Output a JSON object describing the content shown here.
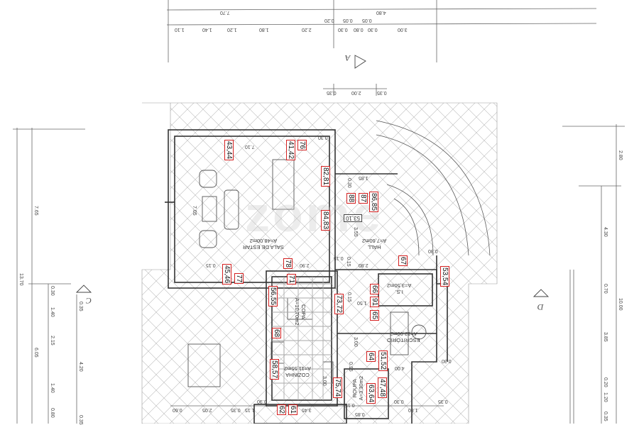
{
  "drawing": {
    "watermark": "zome",
    "top_dimensions": {
      "overall": [
        "7.70",
        "4.80"
      ],
      "segments": [
        "1.10",
        "1.40",
        "1.20",
        "1.80",
        "2.20",
        "0.20",
        "0.30",
        "0.05",
        "0.80",
        "0.05",
        "0.30",
        "3.00"
      ],
      "stair": [
        "0.35",
        "2.00",
        "0.35"
      ]
    },
    "left_dimensions": [
      "13.70",
      "7.65",
      "6.05",
      "0.30",
      "1.40",
      "2.15",
      "1.40",
      "0.80",
      "0.35",
      "4.20",
      "0.35"
    ],
    "right_dimensions": [
      "2.80",
      "4.30",
      "10.00",
      "0.70",
      "3.85",
      "0.20",
      "1.20",
      "0.35"
    ],
    "bottom_dimensions": [
      "0.60",
      "2.05",
      "0.35",
      "1.15",
      "0.30",
      "3.45",
      "0.15",
      "0.85",
      "0.30",
      "1.80",
      "0.35"
    ],
    "inner_dimensions": [
      "7.10",
      "7.05",
      "0.30",
      "1.85",
      "0.30",
      "3.55",
      "0.15",
      "2.90",
      "0.15",
      "0.15",
      "2.80",
      "1.50",
      "3.00",
      "4.00",
      "0.30",
      "0.15",
      "3.00",
      "0.30",
      "0.15"
    ],
    "section_markers": [
      "A",
      "C",
      "D"
    ],
    "level_box": "53,10",
    "rooms": [
      {
        "name": "SALA DE ESTAR",
        "area": "A=48,00m2"
      },
      {
        "name": "HALL",
        "area": "A=7,60m2"
      },
      {
        "name": "COPA",
        "area": "A=10,70m2"
      },
      {
        "name": "I.S.",
        "area": "A=3,50m2"
      },
      {
        "name": "ESCRITÓRIO",
        "area": "A=12,00m2"
      },
      {
        "name": "COZINHA",
        "area": "A=11,55m2"
      },
      {
        "name": "ROUPA",
        "area": "A=3,30m2"
      }
    ],
    "tags": [
      "43,44",
      "41,42",
      "76",
      "82,81",
      "84,83",
      "88",
      "87",
      "86,85",
      "67",
      "53,54",
      "78",
      "77",
      "45,46",
      "71",
      "56,55",
      "73,72",
      "66",
      "91",
      "65",
      "68",
      "58,57",
      "64",
      "51,52",
      "75,74",
      "47,48",
      "63,64",
      "61",
      "62"
    ],
    "tag_color": "#d42020"
  }
}
